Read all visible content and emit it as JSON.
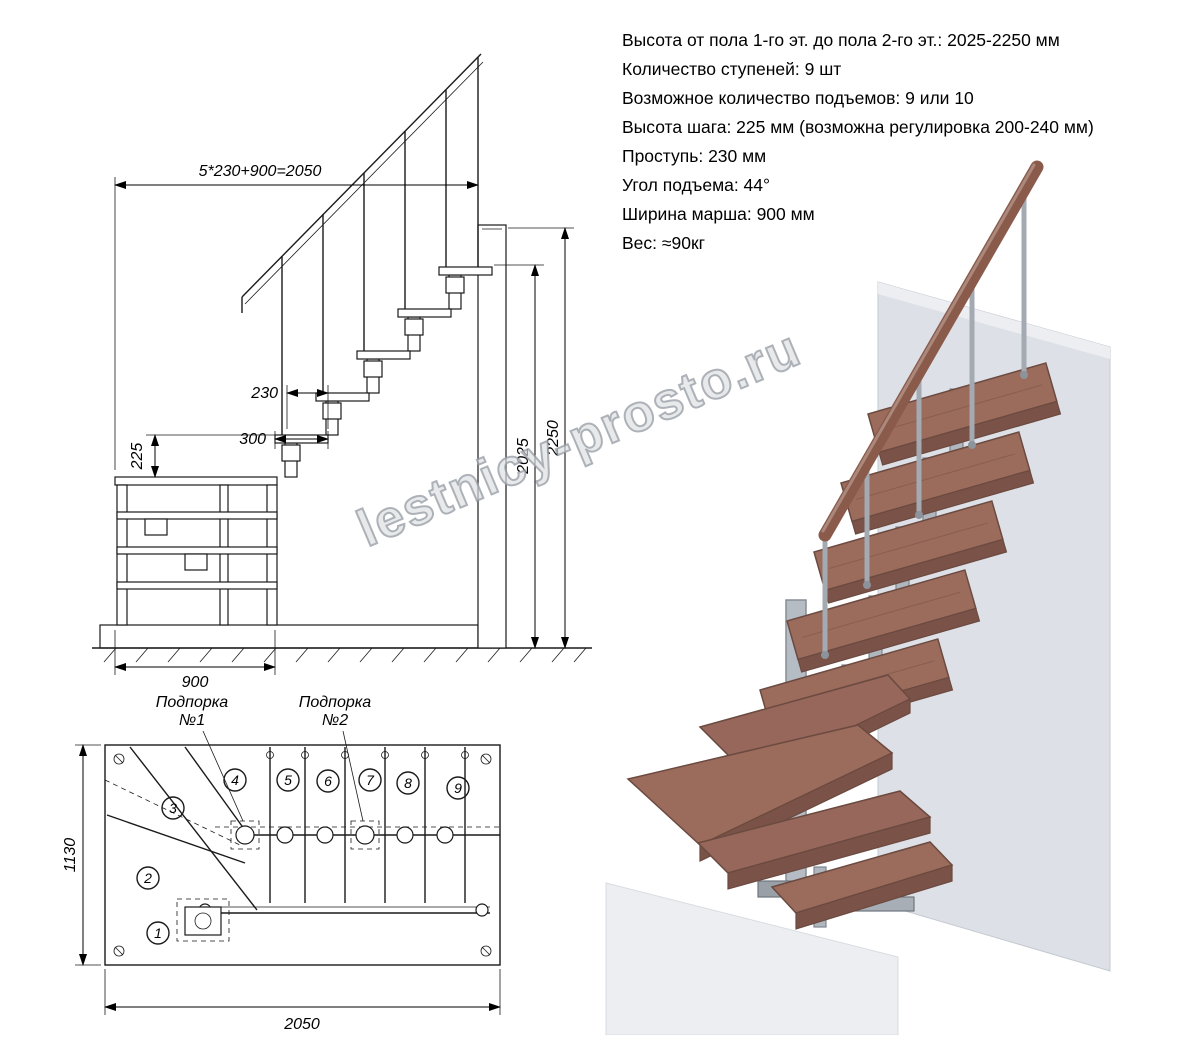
{
  "specs": {
    "lines": [
      "Высота от пола 1-го эт. до пола 2-го эт.: 2025-2250 мм",
      "Количество ступеней: 9 шт",
      "Возможное количество подъемов: 9 или 10",
      "Высота шага: 225 мм (возможна регулировка 200-240 мм)",
      "Проступь: 230 мм",
      "Угол подъема: 44°",
      "Ширина марша: 900 мм",
      "Вес: ≈90кг"
    ]
  },
  "side_view": {
    "dim_top": "5*230+900=2050",
    "dim_tread": "230",
    "dim_nose": "300",
    "dim_riser": "225",
    "dim_width": "900",
    "dim_total": "2250",
    "dim_floor": "2025"
  },
  "plan_view": {
    "support1_line1": "Подпорка",
    "support1_line2": "№1",
    "support2_line1": "Подпорка",
    "support2_line2": "№2",
    "dim_depth": "1130",
    "dim_length": "2050",
    "step_numbers": [
      "1",
      "2",
      "3",
      "4",
      "5",
      "6",
      "7",
      "8",
      "9"
    ]
  },
  "watermark": "lestnicy-prosto.ru"
}
